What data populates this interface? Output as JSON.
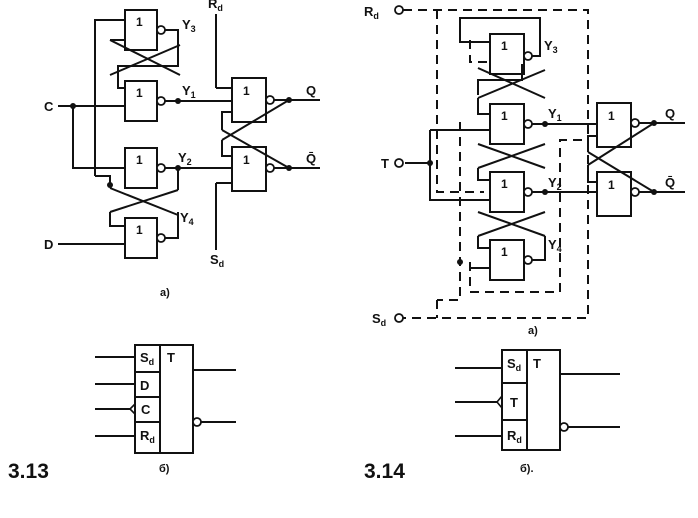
{
  "gate_symbol": "1",
  "fig13": {
    "number": "3.13",
    "caption_a": "a)",
    "caption_b": "б)",
    "inputs": {
      "C": "C",
      "D": "D"
    },
    "set_in": {
      "main": "S",
      "sub": "d"
    },
    "reset_in": {
      "main": "R",
      "sub": "d"
    },
    "outputs": {
      "Q": "Q",
      "Qbar": "Q̄"
    },
    "nodes": {
      "y1": "Y",
      "y1_sub": "1",
      "y2": "Y",
      "y2_sub": "2",
      "y3": "Y",
      "y3_sub": "3",
      "y4": "Y",
      "y4_sub": "4"
    },
    "symbol": {
      "type_label": "T",
      "pins": [
        {
          "main": "S",
          "sub": "d"
        },
        {
          "main": "D",
          "sub": ""
        },
        {
          "main": "C",
          "sub": ""
        },
        {
          "main": "R",
          "sub": "d"
        }
      ]
    }
  },
  "fig14": {
    "number": "3.14",
    "caption_a": "a)",
    "caption_b": "б).",
    "inputs": {
      "T": "T"
    },
    "set_in": {
      "main": "S",
      "sub": "d"
    },
    "reset_in": {
      "main": "R",
      "sub": "d"
    },
    "outputs": {
      "Q": "Q",
      "Qbar": "Q̄"
    },
    "nodes": {
      "y1": "Y",
      "y1_sub": "1",
      "y2": "Y",
      "y2_sub": "2",
      "y3": "Y",
      "y3_sub": "3",
      "y4": "Y",
      "y4_sub": "4"
    },
    "symbol": {
      "type_label": "T",
      "pins": [
        {
          "main": "S",
          "sub": "d"
        },
        {
          "main": "T",
          "sub": ""
        },
        {
          "main": "R",
          "sub": "d"
        }
      ]
    }
  }
}
